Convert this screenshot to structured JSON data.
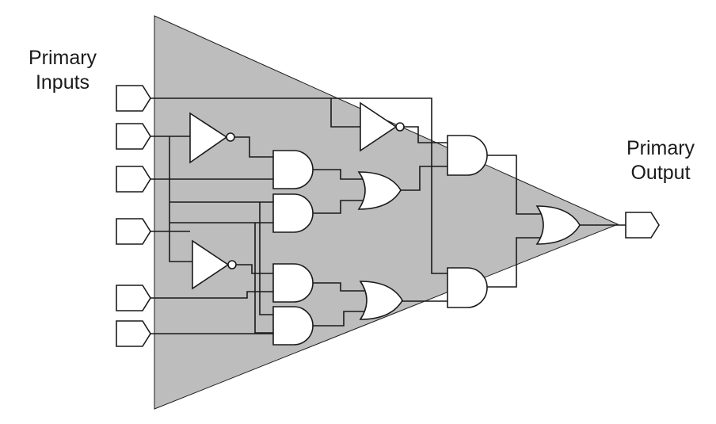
{
  "labels": {
    "inputs_line1": "Primary",
    "inputs_line2": "Inputs",
    "output_line1": "Primary",
    "output_line2": "Output"
  },
  "colors": {
    "cone_fill": "#bdbdbd",
    "wire": "#1a1a1a",
    "gate_fill": "#ffffff",
    "text": "#1a1a1a"
  }
}
